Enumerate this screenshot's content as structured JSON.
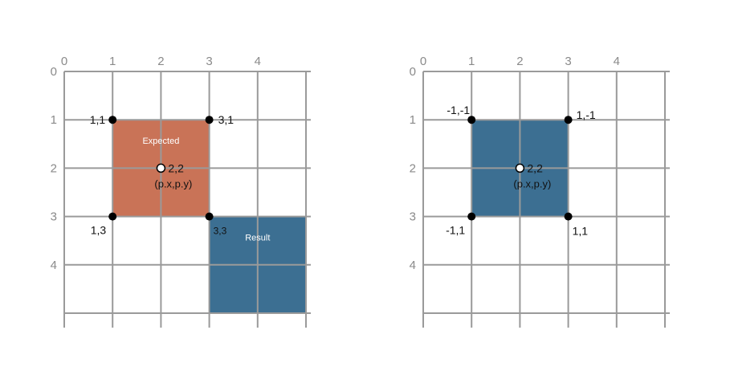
{
  "diagrams": [
    {
      "id": "left",
      "x_ticks": [
        "0",
        "1",
        "2",
        "3",
        "4"
      ],
      "y_ticks": [
        "0",
        "1",
        "2",
        "3",
        "4"
      ],
      "rects": [
        {
          "name": "expected-rect",
          "label": "Expected",
          "from": [
            1,
            1
          ],
          "to": [
            3,
            3
          ],
          "color": "#C97357"
        },
        {
          "name": "result-rect",
          "label": "Result",
          "from": [
            3,
            3
          ],
          "to": [
            5,
            5
          ],
          "color": "#3C6F92"
        }
      ],
      "points": [
        {
          "name": "corner-1-1",
          "at": [
            1,
            1
          ],
          "label": "1,1",
          "anchor": "left"
        },
        {
          "name": "corner-3-1",
          "at": [
            3,
            1
          ],
          "label": "3,1",
          "anchor": "right"
        },
        {
          "name": "corner-1-3",
          "at": [
            1,
            3
          ],
          "label": "1,3",
          "anchor": "below-left"
        },
        {
          "name": "corner-3-3",
          "at": [
            3,
            3
          ],
          "label": "3,3",
          "anchor": "below-right"
        }
      ],
      "center": {
        "at": [
          2,
          2
        ],
        "label": "2,2",
        "sublabel": "(p.x,p.y)"
      }
    },
    {
      "id": "right",
      "x_ticks": [
        "0",
        "1",
        "2",
        "3",
        "4"
      ],
      "y_ticks": [
        "0",
        "1",
        "2",
        "3",
        "4"
      ],
      "rects": [
        {
          "name": "centered-rect",
          "label": "",
          "from": [
            1,
            1
          ],
          "to": [
            3,
            3
          ],
          "color": "#3C6F92"
        }
      ],
      "points": [
        {
          "name": "corner-neg1-neg1",
          "at": [
            1,
            1
          ],
          "label": "-1,-1",
          "anchor": "above-left"
        },
        {
          "name": "corner-1-neg1",
          "at": [
            3,
            1
          ],
          "label": "1,-1",
          "anchor": "right-above"
        },
        {
          "name": "corner-neg1-1",
          "at": [
            1,
            3
          ],
          "label": "-1,1",
          "anchor": "below-left"
        },
        {
          "name": "corner-1-1",
          "at": [
            3,
            3
          ],
          "label": "1,1",
          "anchor": "below-right"
        }
      ],
      "center": {
        "at": [
          2,
          2
        ],
        "label": "2,2",
        "sublabel": "(p.x,p.y)"
      }
    }
  ]
}
